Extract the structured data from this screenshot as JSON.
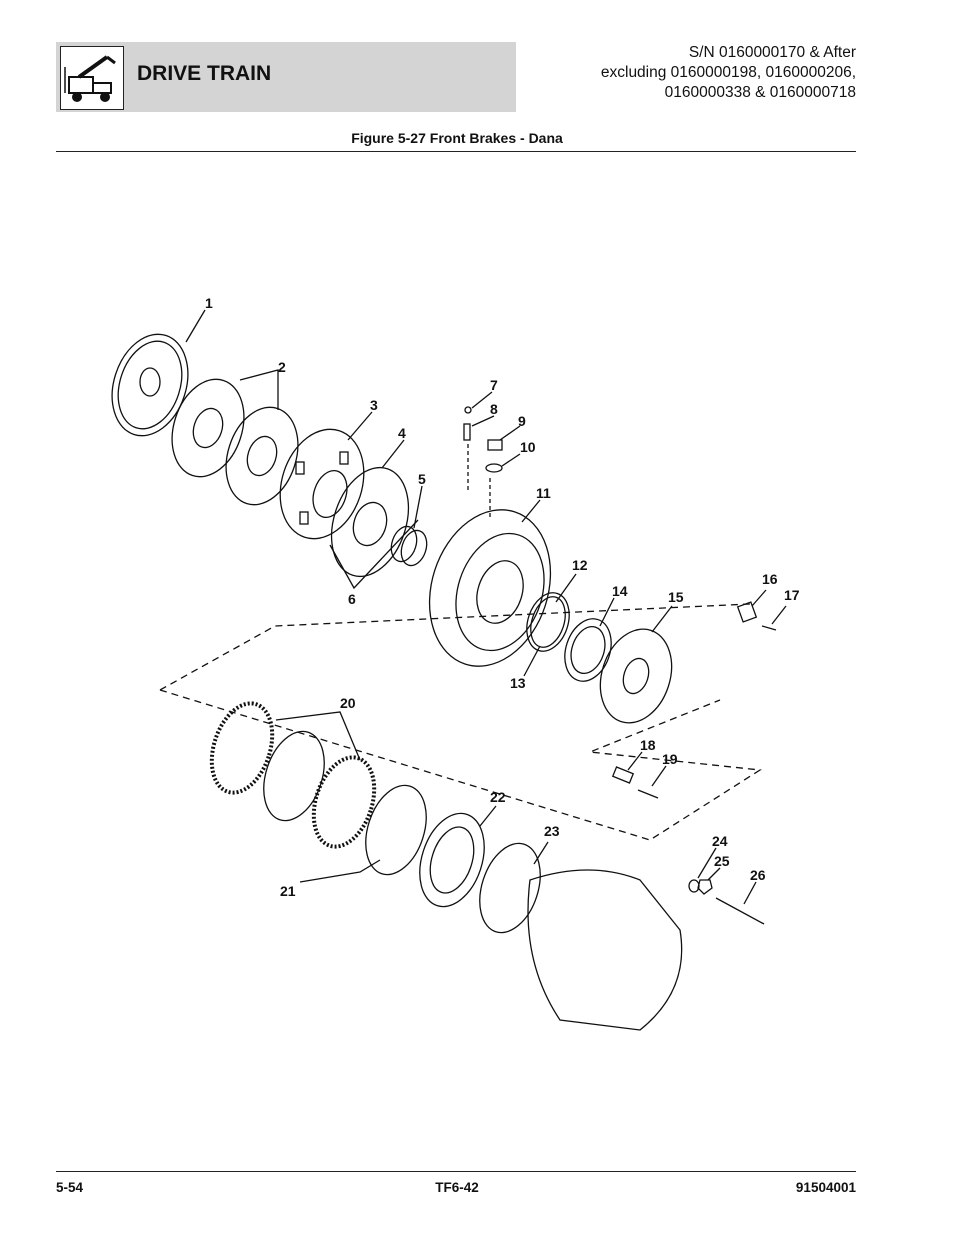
{
  "header": {
    "section_title": "DRIVE TRAIN",
    "serial_lines": [
      "S/N 0160000170 & After",
      "excluding 0160000198, 0160000206,",
      "0160000338 & 0160000718"
    ],
    "logo_icon": "telehandler-icon"
  },
  "figure": {
    "title": "Figure 5-27 Front Brakes - Dana",
    "callouts": [
      "1",
      "2",
      "3",
      "4",
      "5",
      "6",
      "7",
      "8",
      "9",
      "10",
      "11",
      "12",
      "13",
      "14",
      "15",
      "16",
      "17",
      "18",
      "19",
      "20",
      "21",
      "22",
      "23",
      "24",
      "25",
      "26"
    ]
  },
  "footer": {
    "page": "5-54",
    "model": "TF6-42",
    "doc_number": "91504001"
  }
}
